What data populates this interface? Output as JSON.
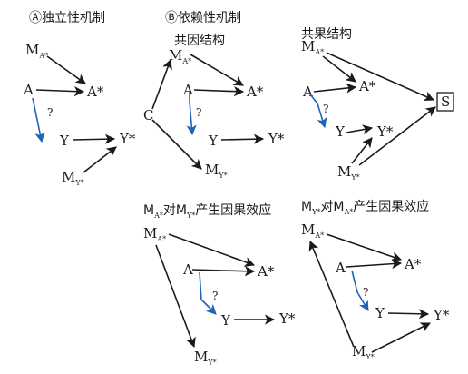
{
  "headings": {
    "a": "Ⓐ独立性机制",
    "b": "Ⓑ依赖性机制",
    "common_cause": "共因结构",
    "common_effect": "共果结构",
    "ma_to_my": {
      "pre": "M",
      "sub1": "A*",
      "mid": "对M",
      "sub2": "Y*",
      "post": "产生因果效应"
    },
    "my_to_ma": {
      "pre": "M",
      "sub1": "Y*",
      "mid": "对M",
      "sub2": "A*",
      "post": "产生因果效应"
    }
  },
  "nodes": {
    "A": "A",
    "A_star": "A*",
    "Y": "Y",
    "Y_star": "Y*",
    "M": "M",
    "sub_A": "A*",
    "sub_Y": "Y*",
    "C": "C",
    "S": "S",
    "question": "?"
  },
  "colors": {
    "arrow": "#1a1a1a",
    "unknown_arrow": "#1f63b5"
  }
}
